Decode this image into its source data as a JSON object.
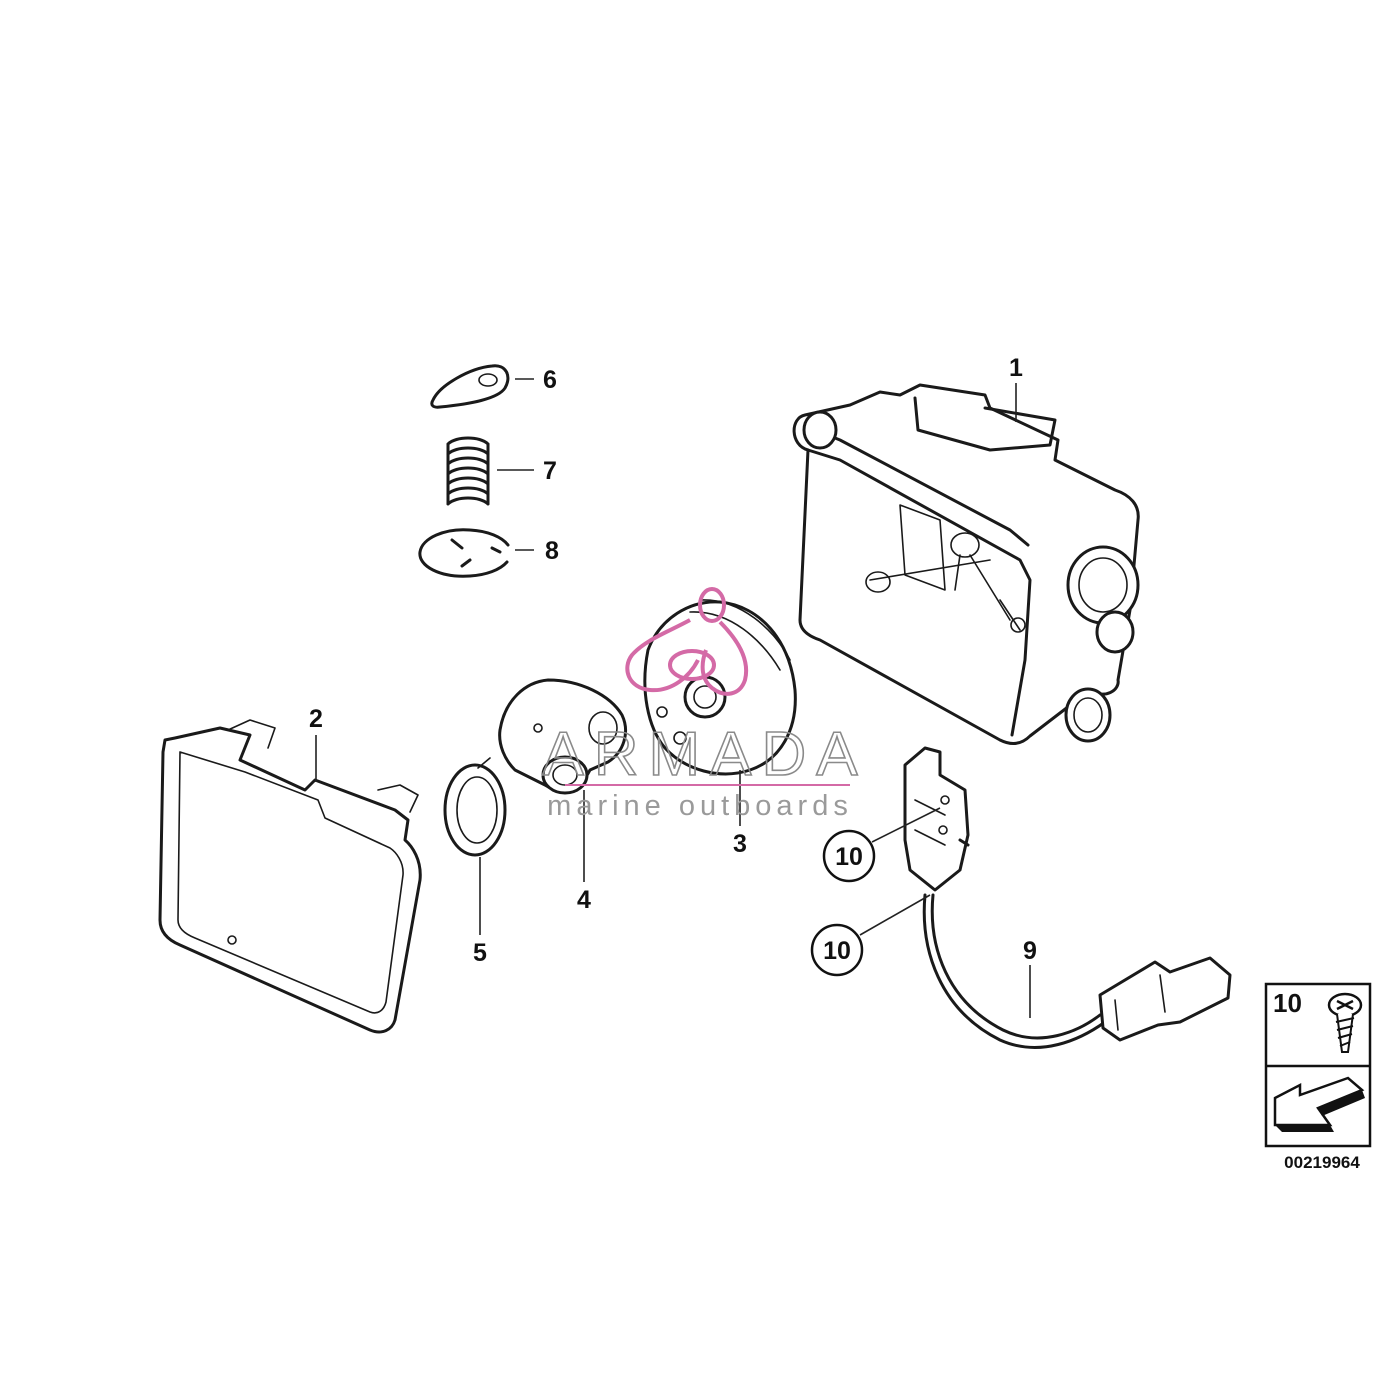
{
  "callouts": {
    "c1": "1",
    "c2": "2",
    "c3": "3",
    "c4": "4",
    "c5": "5",
    "c6": "6",
    "c7": "7",
    "c8": "8",
    "c9": "9",
    "c10a": "10",
    "c10b": "10"
  },
  "legend": {
    "qty_label": "10",
    "diagram_code": "00219964"
  },
  "watermark": {
    "title": "ARMADA",
    "subtitle": "marine outboards",
    "color": "#d46aa6"
  },
  "colors": {
    "line": "#1a1a1a",
    "background": "#ffffff"
  }
}
